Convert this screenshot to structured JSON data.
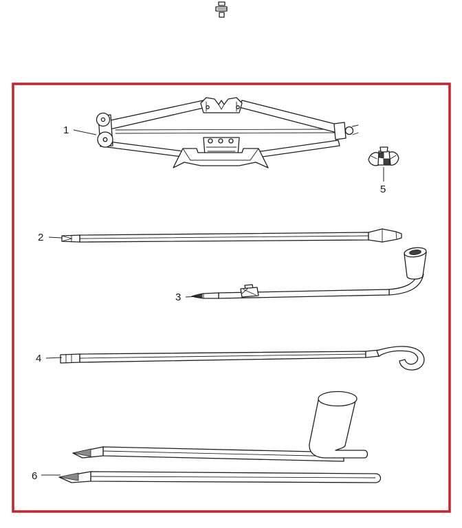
{
  "frame": {
    "border_color": "#c9202b"
  },
  "palette": {
    "background": "#ffffff",
    "line_color": "#1f1f1f"
  },
  "labels": {
    "l1": {
      "text": "1"
    },
    "l2": {
      "text": "2"
    },
    "l3": {
      "text": "3"
    },
    "l4": {
      "text": "4"
    },
    "l5": {
      "text": "5"
    },
    "l6": {
      "text": "6"
    }
  }
}
